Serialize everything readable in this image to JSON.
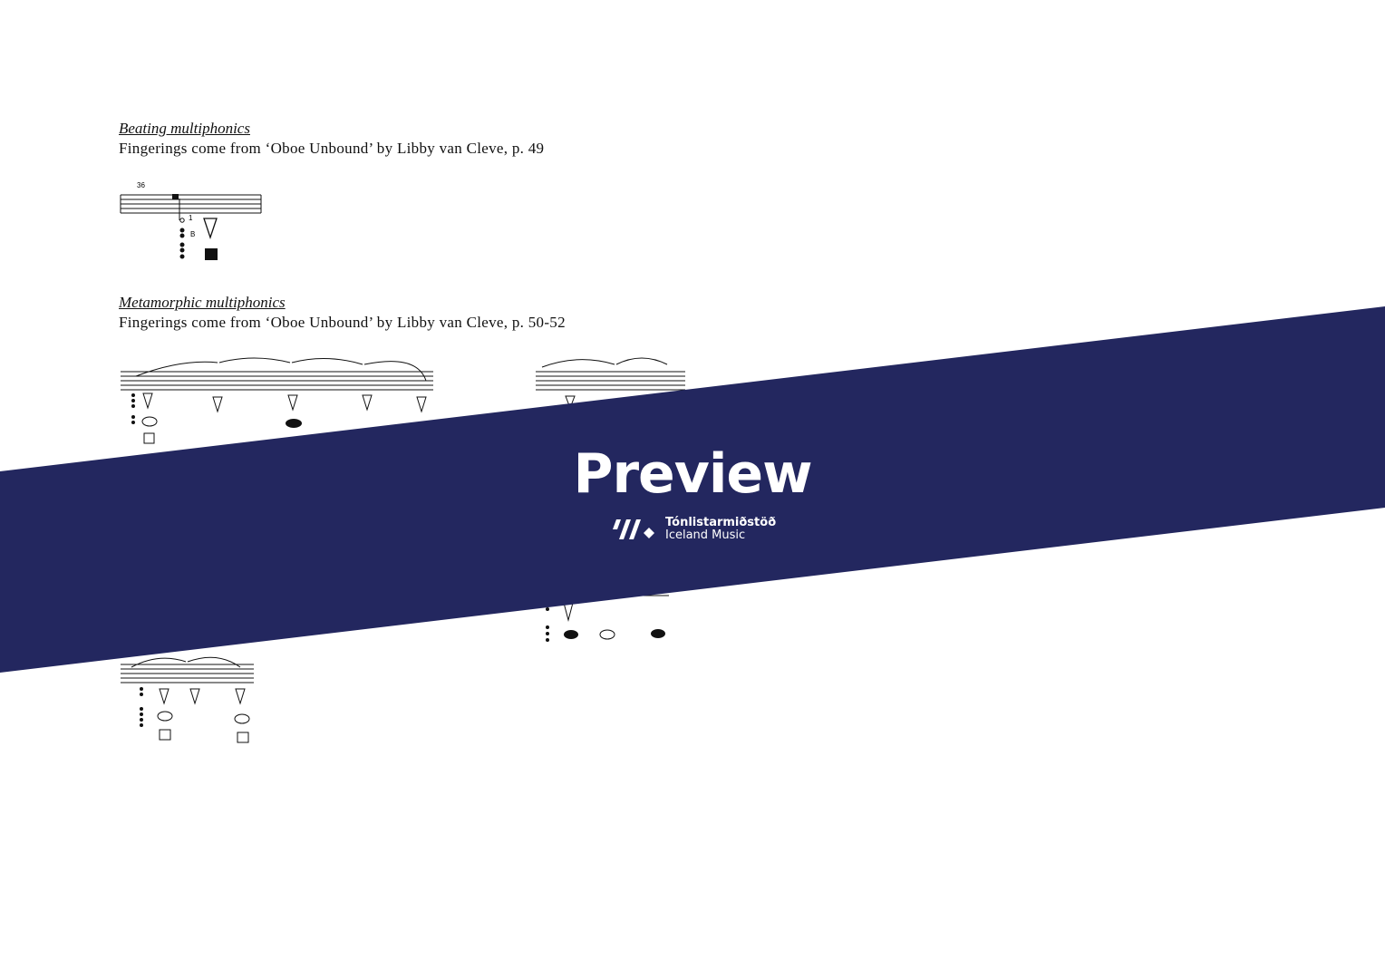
{
  "sections": [
    {
      "title": "Beating multiphonics",
      "text": "Fingerings come from ‘Oboe Unbound’ by Libby van Cleve, p. 49"
    },
    {
      "title": "Metamorphic multiphonics",
      "text": "Fingerings come from ‘Oboe Unbound’ by Libby van Cleve, p. 50-52"
    }
  ],
  "notation": {
    "measure_number": "36",
    "label_1": "1",
    "label_b": "B"
  },
  "banner": {
    "title": "Preview",
    "logo_line1": "Tónlistarmiðstöð",
    "logo_line2": "Iceland Music",
    "color": "#23275f"
  }
}
